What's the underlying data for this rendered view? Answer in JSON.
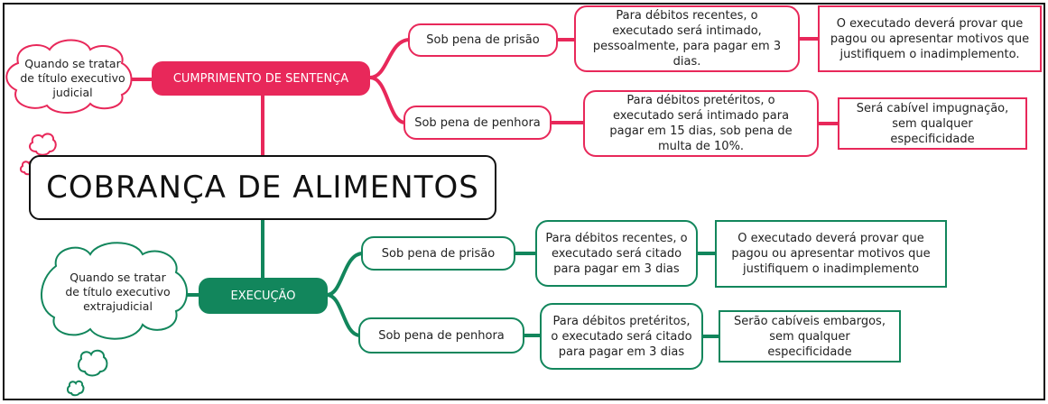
{
  "title": "COBRANÇA DE ALIMENTOS",
  "colors": {
    "pink": "#e8285a",
    "green": "#12865c",
    "border": "#111111"
  },
  "cumprimento": {
    "label": "CUMPRIMENTO DE SENTENÇA",
    "note": "Quando se tratar de título executivo judicial",
    "branches": [
      {
        "label": "Sob pena de prisão",
        "detail": "Para débitos recentes, o executado será intimado, pessoalmente, para pagar em 3 dias.",
        "consequence": "O executado deverá provar que pagou ou apresentar motivos que justifiquem o inadimplemento."
      },
      {
        "label": "Sob pena de penhora",
        "detail": "Para débitos pretéritos, o executado será intimado para pagar em 15 dias, sob pena de multa de 10%.",
        "consequence": "Será cabível impugnação, sem qualquer especificidade"
      }
    ]
  },
  "execucao": {
    "label": "EXECUÇÃO",
    "note": "Quando se tratar de título executivo extrajudicial",
    "branches": [
      {
        "label": "Sob pena de prisão",
        "detail": "Para débitos recentes, o executado será citado para pagar em 3 dias",
        "consequence": "O executado deverá provar que pagou ou apresentar motivos que justifiquem o inadimplemento"
      },
      {
        "label": "Sob pena de penhora",
        "detail": "Para débitos pretéritos, o executado será citado para pagar em 3 dias",
        "consequence": "Serão cabíveis embargos, sem qualquer especificidade"
      }
    ]
  }
}
